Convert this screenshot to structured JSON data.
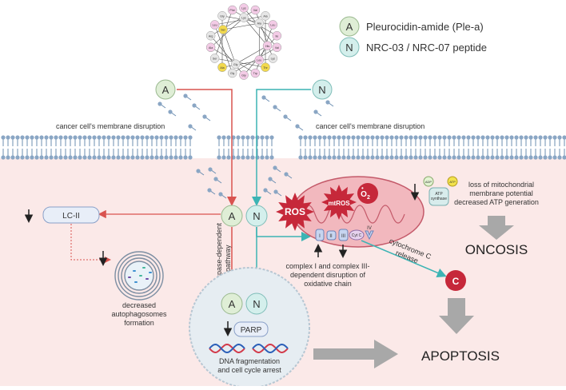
{
  "legend": {
    "a_letter": "A",
    "a_text": "Pleurocidin-amide (Ple-a)",
    "n_letter": "N",
    "n_text": "NRC-03 / NRC-07 peptide"
  },
  "membrane": {
    "left_label": "cancer cell's membrane disruption",
    "right_label": "cancer cell's membrane disruption"
  },
  "helix_residues": [
    "Lys",
    "Val",
    "Gly",
    "Leu",
    "Ala",
    "Thr",
    "Ser",
    "Phe",
    "Ile",
    "Gly",
    "Arg",
    "Val",
    "Lys",
    "Ala",
    "Gly",
    "Leu",
    "Trp",
    "Ala",
    "Lys",
    "His",
    "Gly",
    "Ser",
    "Ala",
    "Leu"
  ],
  "autophagy": {
    "lc_label": "LC-II",
    "decreased_text_1": "decreased",
    "decreased_text_2": "autophagosomes",
    "decreased_text_3": "formation"
  },
  "pathway_label_1": "caspase-dependent",
  "pathway_label_2": "pathway",
  "mito": {
    "ros": "ROS",
    "mtros": "mtROS",
    "o2": "O",
    "o2_sub": "2",
    "o2_charge": "•",
    "complexes": [
      "I",
      "II",
      "III",
      "Cyt C",
      "IV"
    ],
    "complex_text_1": "complex I and complex III-",
    "complex_text_2": "dependent disruption of",
    "complex_text_3": "oxidative chain"
  },
  "atp": {
    "adp": "ADP",
    "atp": "ATP",
    "synthase": "ATP",
    "synthase2": "synthase",
    "loss_1": "loss of mitochondrial",
    "loss_2": "membrane potential",
    "loss_3": "decreased ATP generation"
  },
  "cytc": {
    "label_1": "cytochrome C",
    "label_2": "release",
    "letter": "C"
  },
  "outcomes": {
    "oncosis": "ONCOSIS",
    "apoptosis": "APOPTOSIS"
  },
  "nucleus": {
    "parp": "PARP",
    "text_1": "DNA fragmentation",
    "text_2": "and cell cycle arrest"
  },
  "colors": {
    "cell": "#fbe9e8",
    "a_circle": "#dfeed6",
    "n_circle": "#d4efec",
    "red_arrow": "#d9534f",
    "teal_arrow": "#3cb4b4",
    "mito": "#f2b8be",
    "ros": "#c6283a",
    "grey_arrow": "#a8a8a8"
  }
}
